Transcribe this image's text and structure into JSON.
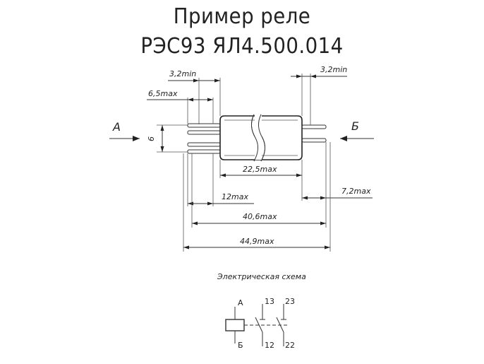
{
  "title": {
    "line1": "Пример реле",
    "line2": "РЭС93 ЯЛ4.500.014"
  },
  "dimensions": {
    "d_3_2min_left": "3,2min",
    "d_6_5max": "6,5max",
    "d_3_2min_right": "3,2min",
    "d_6": "6",
    "d_22_5max": "22,5max",
    "d_12max": "12max",
    "d_7_2max": "7,2max",
    "d_40_6max": "40,6max",
    "d_44_9max": "44,9max"
  },
  "views": {
    "arrow_a": "А",
    "arrow_b": "Б"
  },
  "schematic": {
    "caption": "Электрическая схема",
    "coil_top": "А",
    "coil_bottom": "Б",
    "c13": "13",
    "c12": "12",
    "c23": "23",
    "c22": "22"
  }
}
